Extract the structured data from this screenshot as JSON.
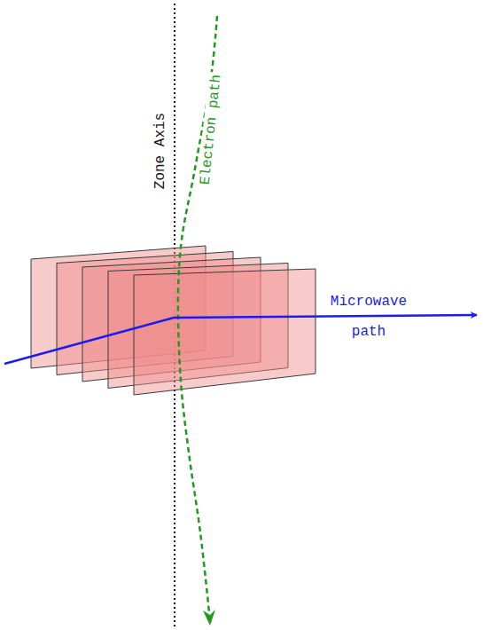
{
  "diagram": {
    "labels": [
      "Zone Axis",
      "Electron path",
      "Microwave path"
    ]
  }
}
